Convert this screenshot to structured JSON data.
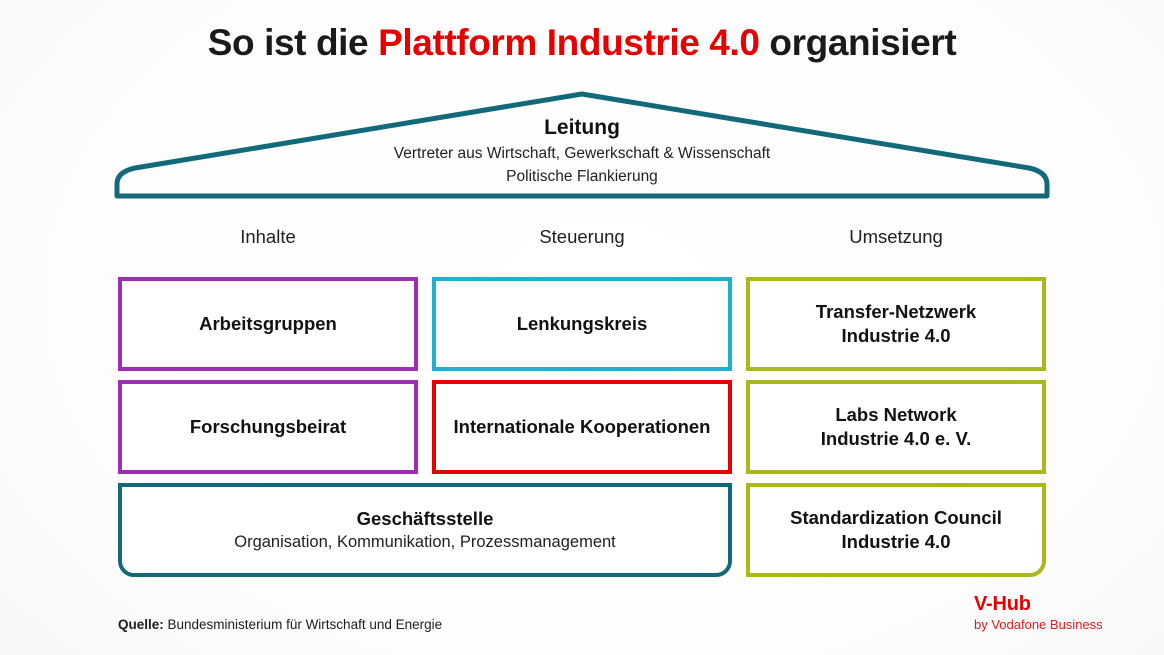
{
  "title": {
    "prefix": "So ist die ",
    "accent": "Plattform Industrie 4.0",
    "suffix": " organisiert",
    "accent_color": "#e60000"
  },
  "roof": {
    "heading": "Leitung",
    "subline_1": "Vertreter aus Wirtschaft, Gewerkschaft & Wissenschaft",
    "subline_2": "Politische Flankierung",
    "color": "#11697a"
  },
  "columns": [
    {
      "label": "Inhalte"
    },
    {
      "label": "Steuerung"
    },
    {
      "label": "Umsetzung"
    }
  ],
  "boxes": {
    "arbeitsgruppen": {
      "line1": "Arbeitsgruppen",
      "line2": "",
      "color": "#9e2fb4"
    },
    "lenkungskreis": {
      "line1": "Lenkungskreis",
      "line2": "",
      "color": "#1fb0d4"
    },
    "transfer_netzwerk": {
      "line1": "Transfer-Netzwerk",
      "line2": "Industrie 4.0",
      "color": "#aab81c"
    },
    "forschungsbeirat": {
      "line1": "Forschungsbeirat",
      "line2": "",
      "color": "#9e2fb4"
    },
    "internationale_kooperationen": {
      "line1": "Internationale Kooperationen",
      "line2": "",
      "color": "#e60000"
    },
    "labs_network": {
      "line1": "Labs Network",
      "line2": "Industrie 4.0 e. V.",
      "color": "#aab81c"
    },
    "geschaeftsstelle": {
      "line1": "Geschäftsstelle",
      "line2": "Organisation, Kommunikation, Prozessmanagement",
      "color": "#11697a"
    },
    "standardization": {
      "line1": "Standardization Council",
      "line2": "Industrie 4.0",
      "color": "#aab81c"
    }
  },
  "footer": {
    "source_label": "Quelle:",
    "source_text": " Bundesministerium für Wirtschaft und Energie",
    "logo_main": "V-Hub",
    "logo_sub": "by Vodafone Business",
    "logo_color": "#e60000"
  }
}
